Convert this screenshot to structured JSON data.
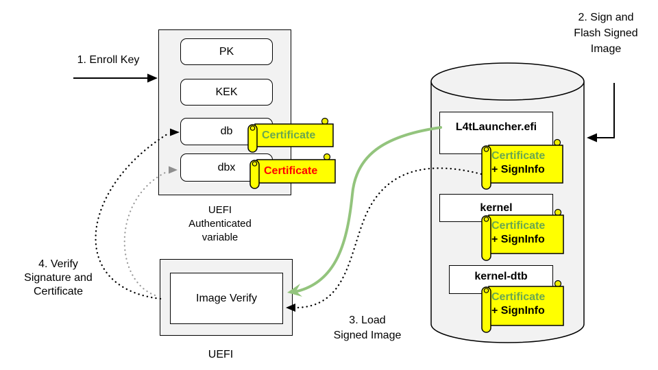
{
  "colors": {
    "accent_green_arrow": "#93c47d",
    "certificate_green": "#6aa84f",
    "certificate_red": "#ff0000",
    "tag_yellow": "#ffff00",
    "panel_gray": "#f2f2f2",
    "dotted_gray": "#9a9a9a",
    "line_black": "#000000"
  },
  "labels": {
    "enroll_key": "1. Enroll Key",
    "sign_flash": "2. Sign and\nFlash Signed\nImage",
    "load_signed": "3. Load\nSigned Image",
    "verify": "4. Verify\nSignature and\nCertificate",
    "uefi_auth_variable": "UEFI\nAuthenticated\nvariable",
    "uefi": "UEFI",
    "image_verify": "Image Verify"
  },
  "uefi_variables": {
    "keys": [
      {
        "label": "PK"
      },
      {
        "label": "KEK"
      },
      {
        "label": "db",
        "tag": {
          "text": "Certificate",
          "color": "#6aa84f"
        }
      },
      {
        "label": "dbx",
        "tag": {
          "text": "Certificate",
          "color": "#ff0000"
        }
      }
    ]
  },
  "storage": {
    "items": [
      {
        "label": "L4tLauncher.efi",
        "tag_line1": "Certificate",
        "tag_line2": "+ SignInfo"
      },
      {
        "label": "kernel",
        "tag_line1": "Certificate",
        "tag_line2": "+ SignInfo"
      },
      {
        "label": "kernel-dtb",
        "tag_line1": "Certificate",
        "tag_line2": "+ SignInfo"
      }
    ]
  }
}
